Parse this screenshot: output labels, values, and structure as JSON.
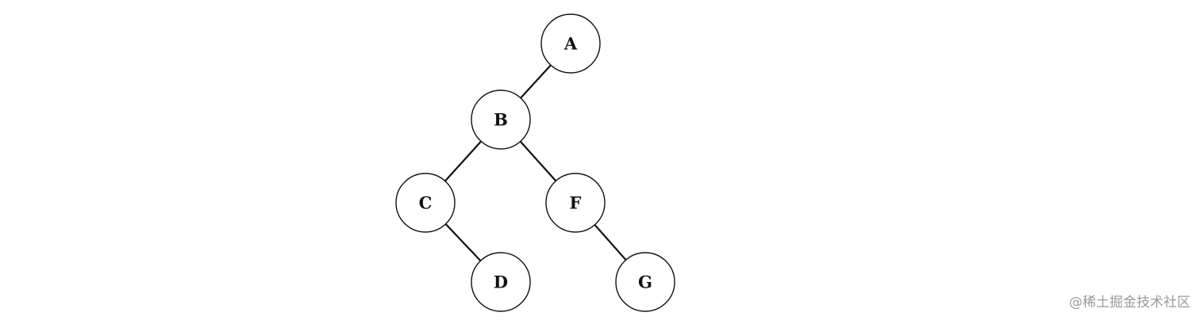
{
  "diagram": {
    "type": "binary-tree",
    "nodes": [
      {
        "id": "A",
        "label": "A"
      },
      {
        "id": "B",
        "label": "B"
      },
      {
        "id": "C",
        "label": "C"
      },
      {
        "id": "F",
        "label": "F"
      },
      {
        "id": "D",
        "label": "D"
      },
      {
        "id": "G",
        "label": "G"
      }
    ],
    "edges": [
      {
        "from": "A",
        "to": "B",
        "side": "left"
      },
      {
        "from": "B",
        "to": "C",
        "side": "left"
      },
      {
        "from": "B",
        "to": "F",
        "side": "right"
      },
      {
        "from": "C",
        "to": "D",
        "side": "right"
      },
      {
        "from": "F",
        "to": "G",
        "side": "right"
      }
    ]
  },
  "watermark": {
    "text": "@稀土掘金技术社区"
  }
}
